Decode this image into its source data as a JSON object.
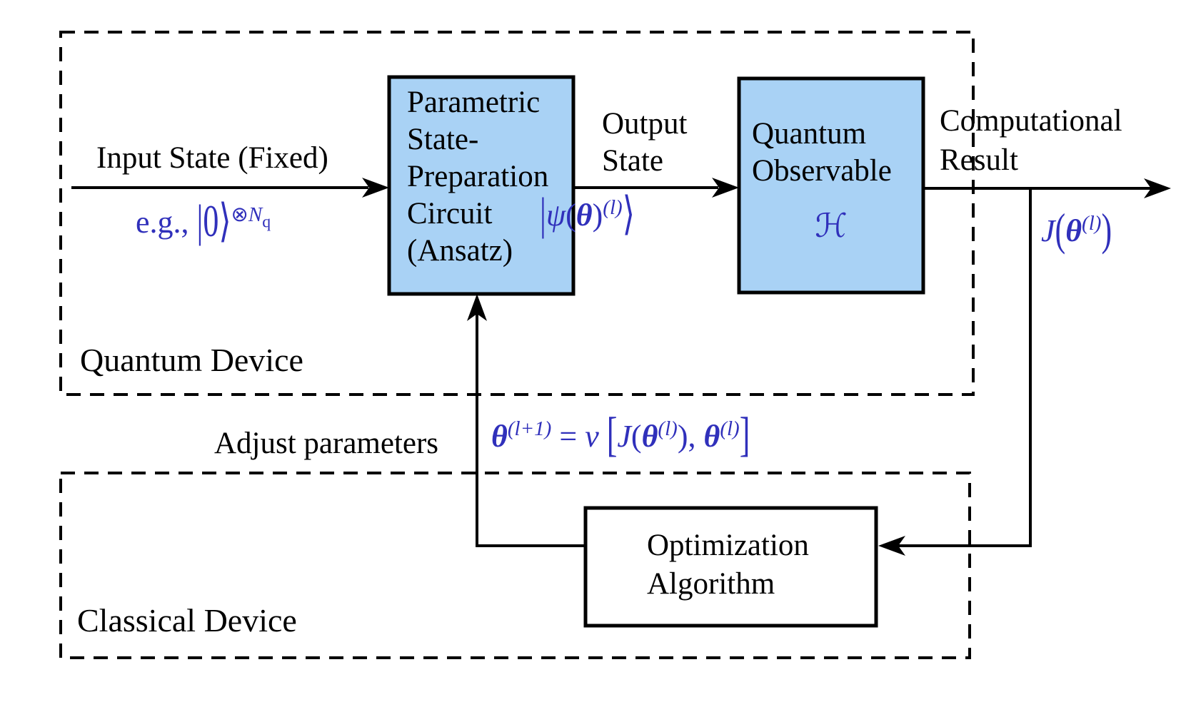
{
  "colors": {
    "box_fill": "#a9d2f5",
    "line_black": "#000000",
    "math_blue": "#3030bb"
  },
  "devices": {
    "quantum_label": "Quantum Device",
    "classical_label": "Classical Device"
  },
  "boxes": {
    "ansatz": {
      "lines": [
        "Parametric",
        "State-",
        "Preparation",
        "Circuit",
        "(Ansatz)"
      ]
    },
    "observable": {
      "line1": "Quantum",
      "line2": "Observable",
      "symbol": "ℋ"
    },
    "optimizer": {
      "line1": "Optimization",
      "line2": "Algorithm"
    }
  },
  "labels": {
    "input_state": "Input State (Fixed)",
    "eg": {
      "prefix": "e.g., ",
      "ket": "|0⟩",
      "sup_otimes": "⊗",
      "sup_n": "N",
      "sub_q": "q"
    },
    "output": {
      "line1": "Output",
      "line2": "State"
    },
    "psi": {
      "bar": "|",
      "psi": "ψ",
      "lp": "(",
      "theta": "θ",
      "rp": ")",
      "sup": "(l)",
      "ket": "⟩"
    },
    "comp": {
      "line1": "Computational",
      "line2": "Result"
    },
    "jtheta": {
      "J": "J",
      "lp": "(",
      "theta": "θ",
      "sup": "(l)",
      "rp": ")"
    },
    "adjust": "Adjust parameters",
    "rule": {
      "theta1": "θ",
      "sup1": "(l+1)",
      "eq": " = ",
      "nu": "ν",
      "lb": "[",
      "J": "J",
      "lp": "(",
      "theta2": "θ",
      "sup2": "(l)",
      "rp": ")",
      "comma": ", ",
      "theta3": "θ",
      "sup3": "(l)",
      "rb": "]"
    }
  }
}
